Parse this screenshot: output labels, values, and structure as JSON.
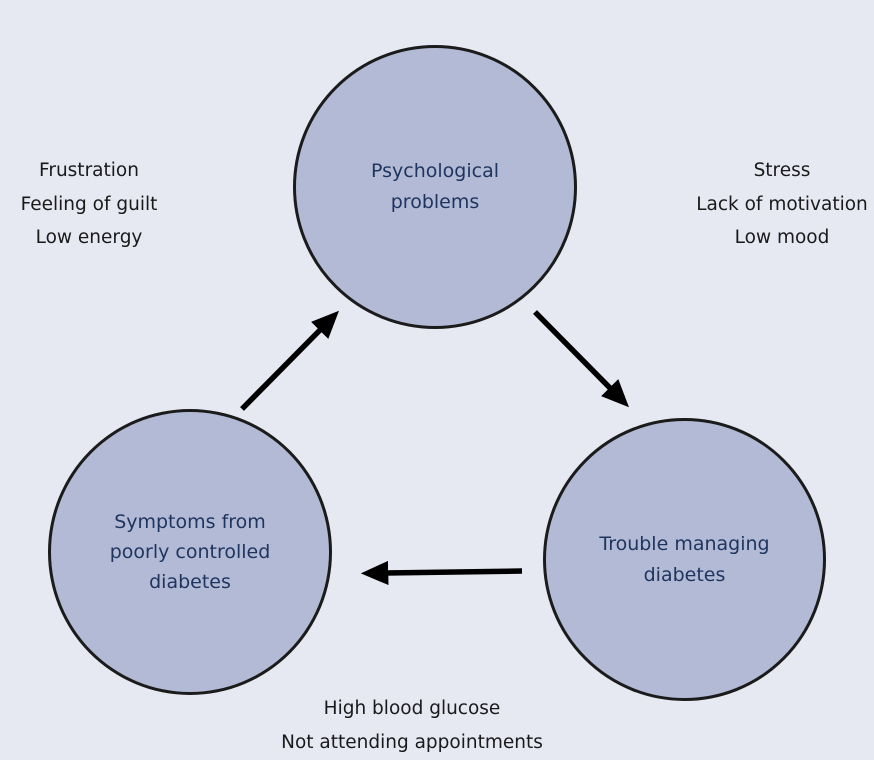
{
  "colors": {
    "background": "#e6e8f2",
    "node_fill": "#b3bad5",
    "node_stroke": "#1b1b1b",
    "node_text": "#1f3560",
    "annotation_text": "#1a1a1a",
    "arrow": "#000000"
  },
  "nodes": {
    "psychological": {
      "lines": [
        "Psychological",
        "problems"
      ]
    },
    "trouble": {
      "lines": [
        "Trouble managing",
        "diabetes"
      ]
    },
    "symptoms": {
      "lines": [
        "Symptoms from",
        "poorly controlled",
        "diabetes"
      ]
    }
  },
  "annotations": {
    "top_left": [
      "Frustration",
      "Feeling of guilt",
      "Low energy"
    ],
    "top_right": [
      "Stress",
      "Lack of motivation",
      "Low mood"
    ],
    "bottom": [
      "High blood glucose",
      "Not attending appointments"
    ]
  },
  "edges": [
    {
      "from": "psychological",
      "to": "trouble"
    },
    {
      "from": "trouble",
      "to": "symptoms"
    },
    {
      "from": "symptoms",
      "to": "psychological"
    }
  ]
}
